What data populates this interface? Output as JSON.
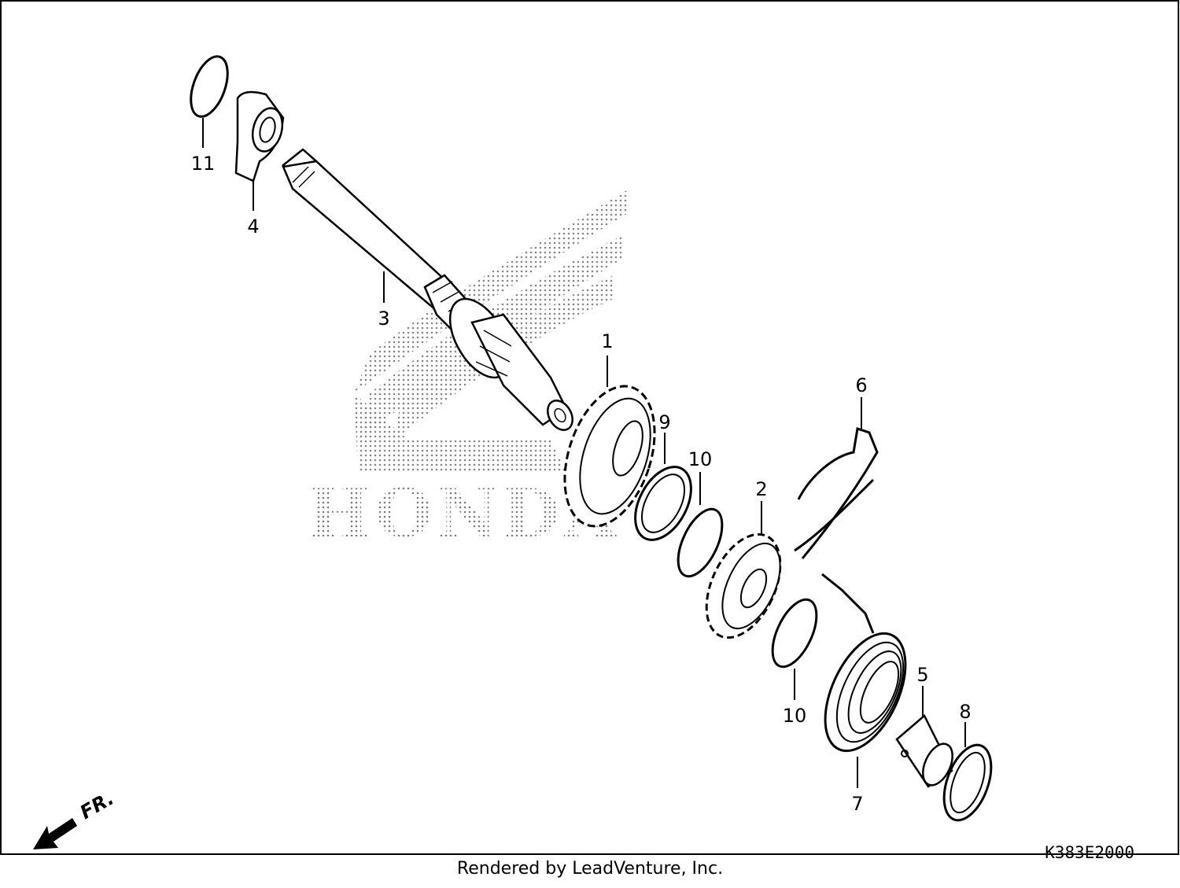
{
  "diagram": {
    "callouts": [
      "1",
      "2",
      "3",
      "4",
      "5",
      "6",
      "7",
      "8",
      "9",
      "10",
      "10",
      "11"
    ],
    "watermark_text": "HONDA",
    "direction_label": "FR.",
    "drawing_code": "K383E2000"
  },
  "footer": {
    "rendered_by": "Rendered by LeadVenture, Inc."
  }
}
